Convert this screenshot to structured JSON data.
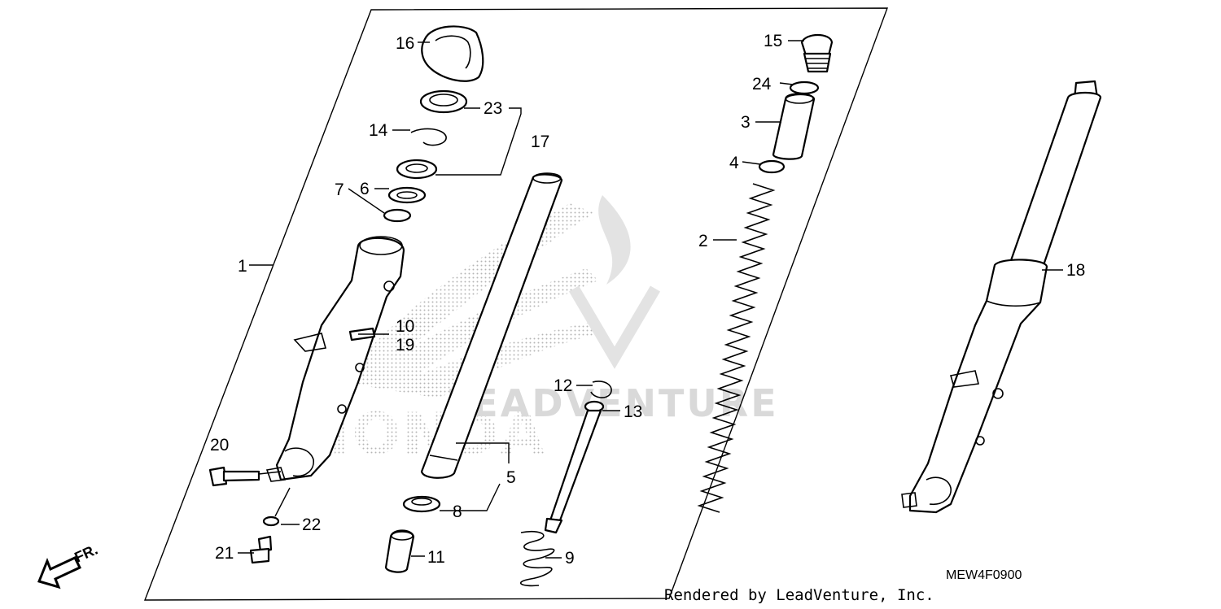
{
  "diagram": {
    "part_numbers": {
      "p1": "1",
      "p2": "2",
      "p3": "3",
      "p4": "4",
      "p5": "5",
      "p6": "6",
      "p7": "7",
      "p8": "8",
      "p9": "9",
      "p10": "10",
      "p11": "11",
      "p12": "12",
      "p13": "13",
      "p14": "14",
      "p15": "15",
      "p16": "16",
      "p17": "17",
      "p18": "18",
      "p19": "19",
      "p20": "20",
      "p21": "21",
      "p22": "22",
      "p23": "23",
      "p24": "24"
    },
    "fr_label": "FR.",
    "diagram_code": "MEW4F0900",
    "credit": "Rendered by LeadVenture, Inc.",
    "watermark_text": "LEADVENTURE",
    "watermark_brand": "HONDA"
  }
}
